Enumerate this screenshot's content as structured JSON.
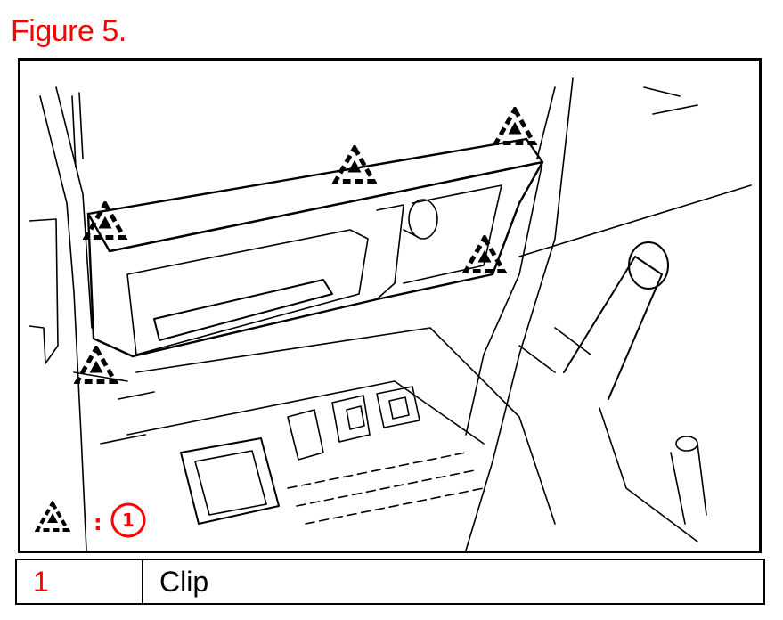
{
  "figure": {
    "title": "Figure 5."
  },
  "legend_marker": {
    "symbol": "clip-triangle-icon",
    "separator": ":",
    "number": "1"
  },
  "callouts": [
    {
      "name": "clip-marker-top-right",
      "number": "1"
    },
    {
      "name": "clip-marker-top-center",
      "number": "1"
    },
    {
      "name": "clip-marker-left-upper",
      "number": "1"
    },
    {
      "name": "clip-marker-right-lower",
      "number": "1"
    },
    {
      "name": "clip-marker-left-lower",
      "number": "1"
    }
  ],
  "parts_table": {
    "rows": [
      {
        "number": "1",
        "description": "Clip"
      }
    ]
  },
  "colors": {
    "title": "#ff0000",
    "number": "#ff0000",
    "line": "#000000"
  }
}
